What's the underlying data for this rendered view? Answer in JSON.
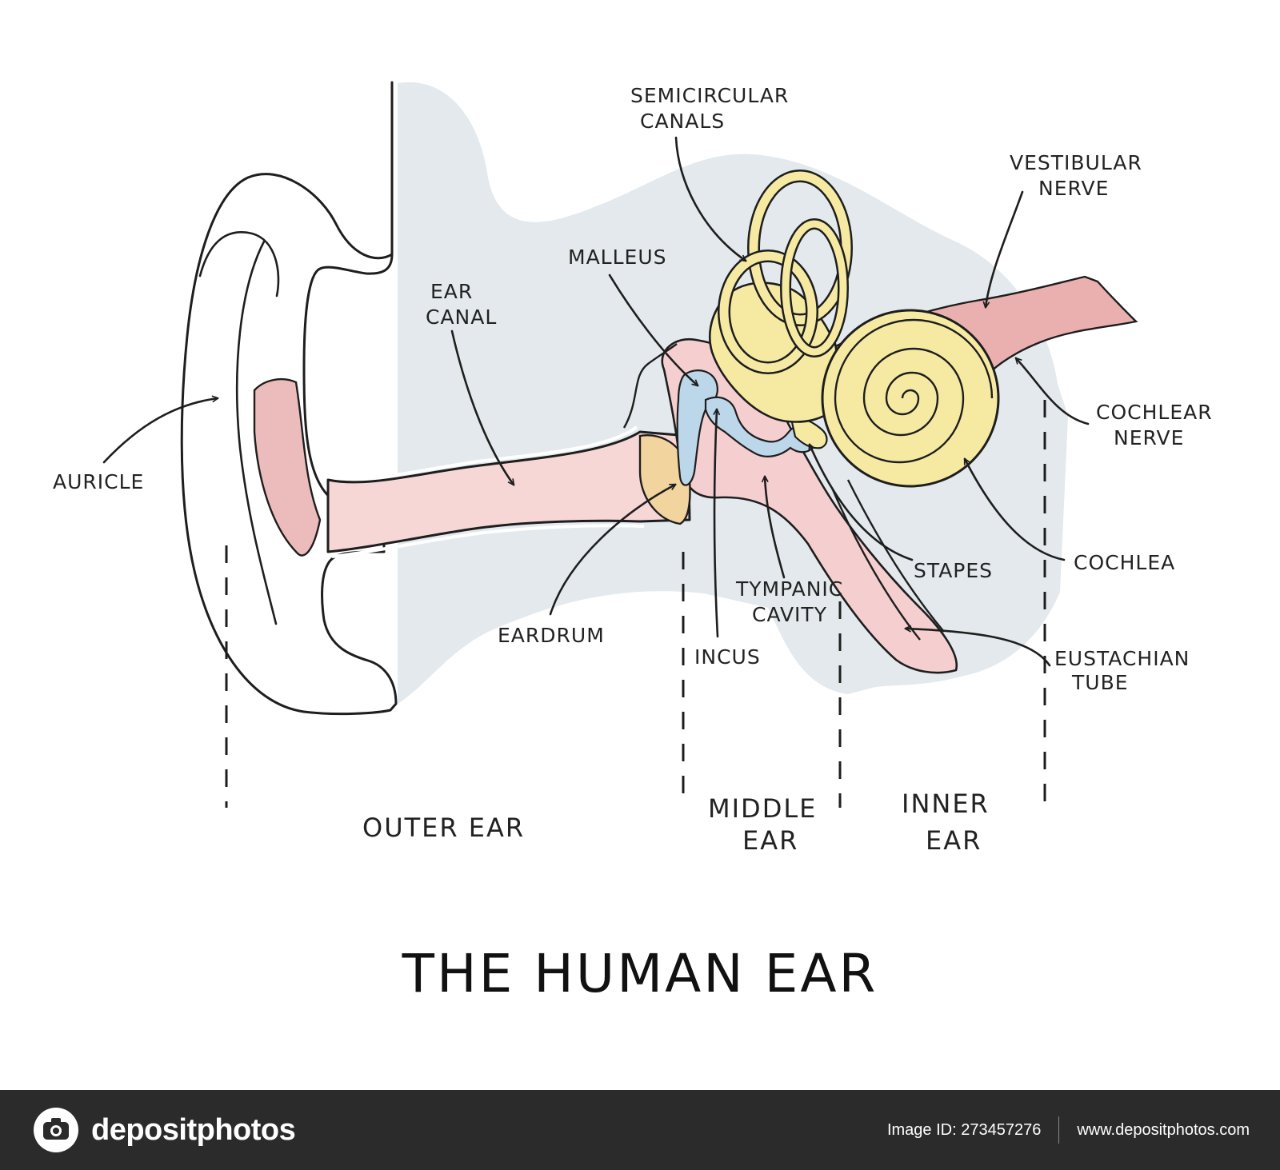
{
  "colors": {
    "background": "#ffffff",
    "head_shade": "#e3e9ec",
    "skin": "#f7d7d6",
    "skin_dark": "#ecbcbc",
    "bone_yellow": "#f6eaa3",
    "ossicle_blue": "#bcd6ea",
    "eardrum": "#f1d49e",
    "nerve": "#eab0b0",
    "ink": "#1e1e1e",
    "footer": "#2b2b2b"
  },
  "labels": {
    "semicircular": [
      "SEMICIRCULAR",
      "CANALS"
    ],
    "vestibular": [
      "VESTIBULAR",
      "NERVE"
    ],
    "malleus": "MALLEUS",
    "ear_canal": [
      "EAR",
      "CANAL"
    ],
    "auricle": "AURICLE",
    "cochlear_nerve": [
      "COCHLEAR",
      "NERVE"
    ],
    "stapes": "STAPES",
    "cochlea": "COCHLEA",
    "tympanic": [
      "TYMPANIC",
      "CAVITY"
    ],
    "eardrum": "EARDRUM",
    "incus": "INCUS",
    "eustachian": [
      "EUSTACHIAN",
      "TUBE"
    ]
  },
  "regions": {
    "outer": "OUTER  EAR",
    "middle": [
      "MIDDLE",
      "EAR"
    ],
    "inner": [
      "INNER",
      "EAR"
    ]
  },
  "title": "THE HUMAN EAR",
  "footer": {
    "brand_icon": "camera-icon",
    "brand": "depositphotos",
    "image_id": "Image ID: 273457276",
    "site": "www.depositphotos.com"
  }
}
